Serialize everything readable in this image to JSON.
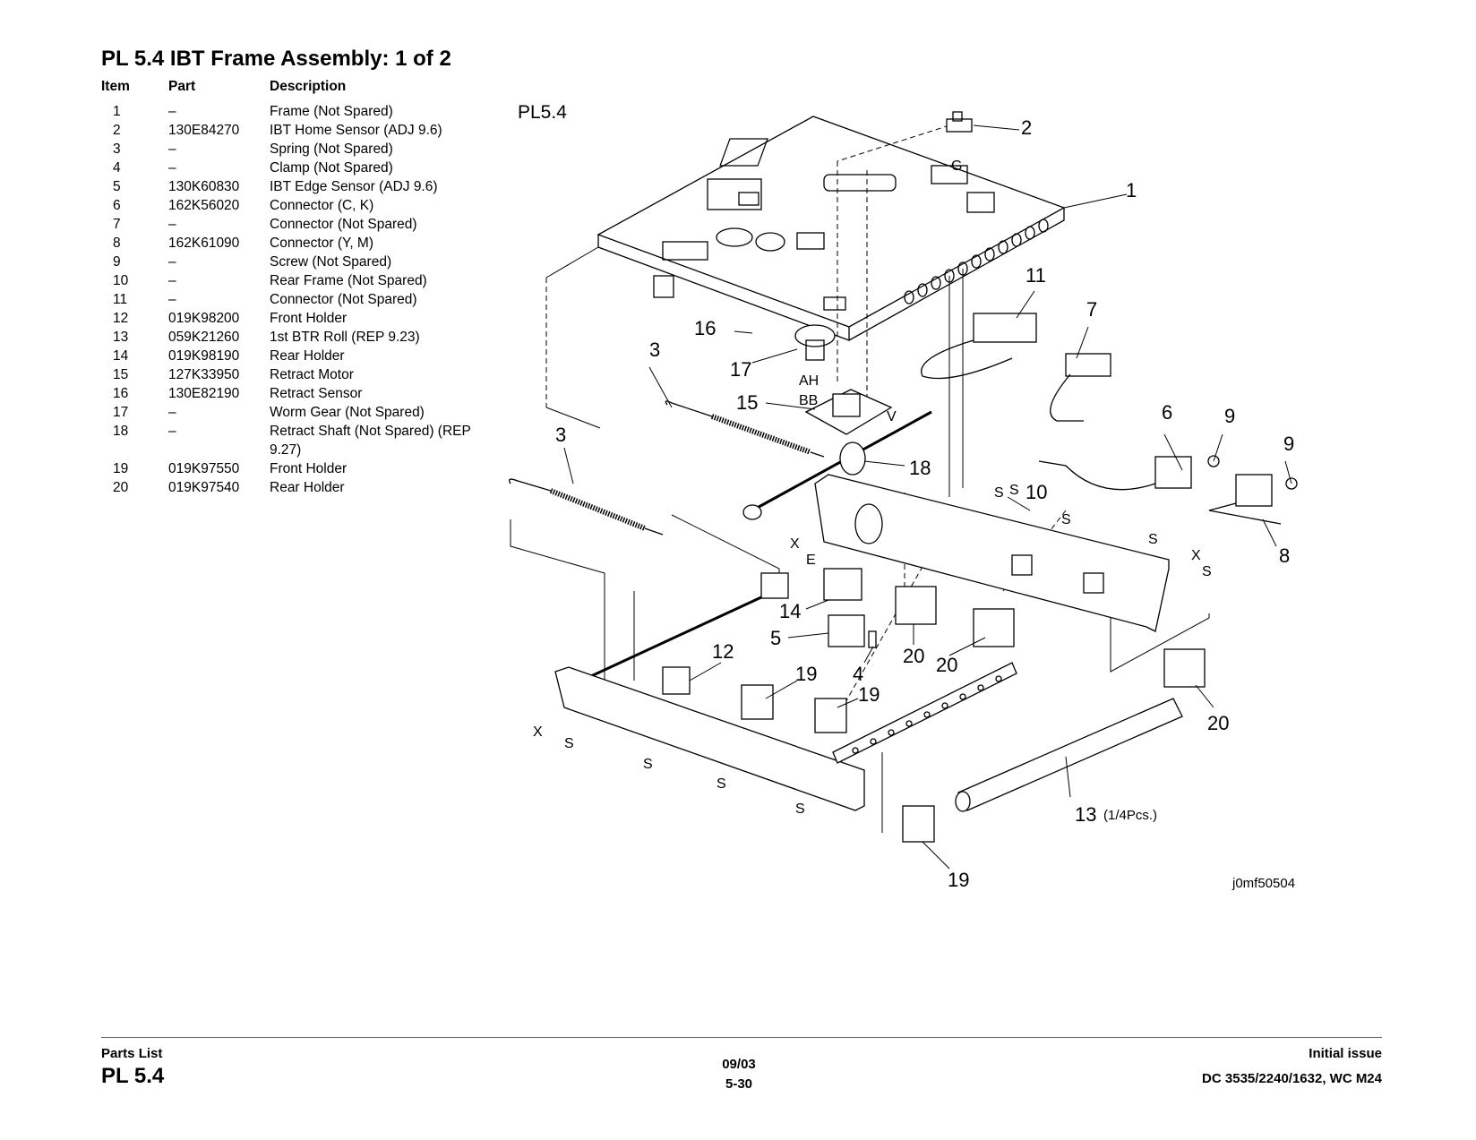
{
  "header": {
    "title": "PL 5.4 IBT Frame Assembly: 1 of 2"
  },
  "table": {
    "headers": {
      "item": "Item",
      "part": "Part",
      "description": "Description"
    },
    "rows": [
      {
        "item": "1",
        "part": "–",
        "description": "Frame (Not Spared)"
      },
      {
        "item": "2",
        "part": "130E84270",
        "description": "IBT Home Sensor (ADJ 9.6)"
      },
      {
        "item": "3",
        "part": "–",
        "description": "Spring (Not Spared)"
      },
      {
        "item": "4",
        "part": "–",
        "description": "Clamp (Not Spared)"
      },
      {
        "item": "5",
        "part": "130K60830",
        "description": "IBT Edge Sensor (ADJ 9.6)"
      },
      {
        "item": "6",
        "part": "162K56020",
        "description": "Connector (C, K)"
      },
      {
        "item": "7",
        "part": "–",
        "description": "Connector (Not Spared)"
      },
      {
        "item": "8",
        "part": "162K61090",
        "description": "Connector (Y, M)"
      },
      {
        "item": "9",
        "part": "–",
        "description": "Screw (Not Spared)"
      },
      {
        "item": "10",
        "part": "–",
        "description": "Rear Frame (Not Spared)"
      },
      {
        "item": "11",
        "part": "–",
        "description": "Connector (Not Spared)"
      },
      {
        "item": "12",
        "part": "019K98200",
        "description": "Front Holder"
      },
      {
        "item": "13",
        "part": "059K21260",
        "description": "1st BTR Roll (REP 9.23)"
      },
      {
        "item": "14",
        "part": "019K98190",
        "description": "Rear Holder"
      },
      {
        "item": "15",
        "part": "127K33950",
        "description": "Retract Motor"
      },
      {
        "item": "16",
        "part": "130E82190",
        "description": "Retract Sensor"
      },
      {
        "item": "17",
        "part": "–",
        "description": "Worm Gear (Not Spared)"
      },
      {
        "item": "18",
        "part": "–",
        "description": "Retract Shaft (Not Spared) (REP 9.27)"
      },
      {
        "item": "19",
        "part": "019K97550",
        "description": "Front Holder"
      },
      {
        "item": "20",
        "part": "019K97540",
        "description": "Rear Holder"
      }
    ]
  },
  "diagram": {
    "plate": "PL5.4",
    "image_id": "j0mf50504",
    "callouts": {
      "c1": "1",
      "c2": "2",
      "c3a": "3",
      "c3b": "3",
      "c4": "4",
      "c5": "5",
      "c6": "6",
      "c7": "7",
      "c8": "8",
      "c9a": "9",
      "c9b": "9",
      "c10": "10",
      "c11": "11",
      "c12": "12",
      "c13": "13",
      "c13note": "(1/4Pcs.)",
      "c14": "14",
      "c15": "15",
      "c16": "16",
      "c17": "17",
      "c18": "18",
      "c19a": "19",
      "c19b": "19",
      "c19c": "19",
      "c20a": "20",
      "c20b": "20",
      "c20c": "20"
    },
    "letters": {
      "g": "G",
      "ah": "AH",
      "bb": "BB",
      "v": "V",
      "e": "E",
      "x": "X",
      "s": "S"
    }
  },
  "footer": {
    "section_label": "Parts List",
    "section_code": "PL 5.4",
    "date": "09/03",
    "page": "5-30",
    "issue": "Initial issue",
    "models": "DC 3535/2240/1632, WC M24"
  }
}
